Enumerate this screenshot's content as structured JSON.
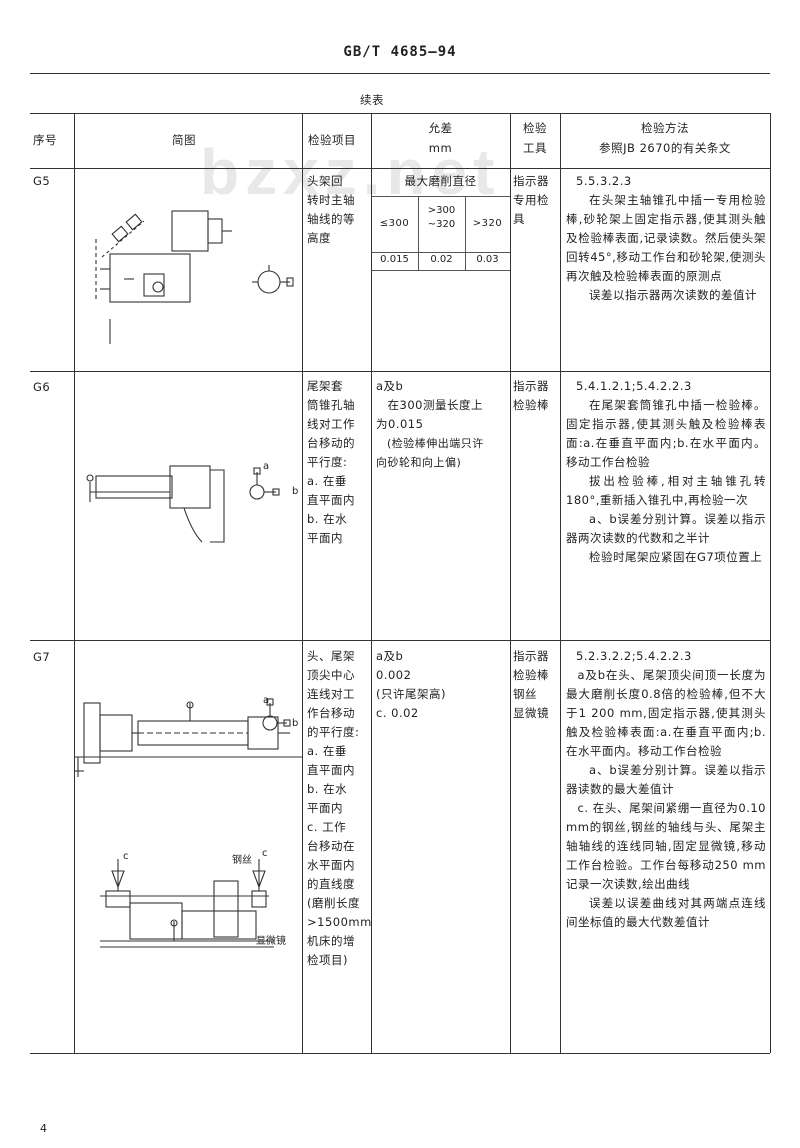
{
  "doc_header": "GB/T 4685—94",
  "watermark": "bzxz.net",
  "table_caption": "续表",
  "columns": {
    "no": "序号",
    "diagram": "简图",
    "item": "检验项目",
    "tolerance": "允差",
    "tolerance_unit": "mm",
    "tools": "检验",
    "tools2": "工具",
    "method": "检验方法",
    "method_ref": "参照JB 2670的有关条文"
  },
  "rows": [
    {
      "no": "G5",
      "item": [
        "头架回",
        "转时主轴",
        "轴线的等",
        "高度"
      ],
      "tolerance_header": "最大磨削直径",
      "tol_cols": [
        "≤300",
        ">300\n~320",
        ">320"
      ],
      "tol_vals": [
        "0.015",
        "0.02",
        "0.03"
      ],
      "tools": [
        "指示器",
        "专用检",
        "具"
      ],
      "method": [
        "5.5.3.2.3",
        "在头架主轴锥孔中插一专用检验棒,砂轮架上固定指示器,使其测头触及检验棒表面,记录读数。然后使头架回转45°,移动工作台和砂轮架,使测头再次触及检验棒表面的原测点",
        "误差以指示器两次读数的差值计"
      ]
    },
    {
      "no": "G6",
      "item": [
        "尾架套",
        "筒锥孔轴",
        "线对工作",
        "台移动的",
        "平行度:",
        "a. 在垂",
        "直平面内",
        "b. 在水",
        "平面内"
      ],
      "tolerance": [
        "a及b",
        "在300测量长度上",
        "为0.015",
        "(检验棒伸出端只许",
        "向砂轮和向上偏)"
      ],
      "tools": [
        "指示器",
        "检验棒"
      ],
      "method": [
        "5.4.1.2.1;5.4.2.2.3",
        "在尾架套筒锥孔中插一检验棒。固定指示器,使其测头触及检验棒表面:a.在垂直平面内;b.在水平面内。移动工作台检验",
        "拔出检验棒,相对主轴锥孔转180°,重新插入锥孔中,再检验一次",
        "a、b误差分别计算。误差以指示器两次读数的代数和之半计",
        "检验时尾架应紧固在G7项位置上"
      ]
    },
    {
      "no": "G7",
      "item": [
        "头、尾架",
        "顶尖中心",
        "连线对工",
        "作台移动",
        "的平行度:",
        "a. 在垂",
        "直平面内",
        "b. 在水",
        "平面内",
        "c. 工作",
        "台移动在",
        "水平面内",
        "的直线度",
        "(磨削长度",
        ">1500mm",
        "机床的增",
        "检项目)"
      ],
      "tolerance": [
        "a及b",
        "0.002",
        "(只许尾架高)",
        "c. 0.02"
      ],
      "tools": [
        "指示器",
        "检验棒",
        "钢丝",
        "显微镜"
      ],
      "method": [
        "5.2.3.2.2;5.4.2.2.3",
        "a及b在头、尾架顶尖间顶一长度为最大磨削长度0.8倍的检验棒,但不大于1 200 mm,固定指示器,使其测头触及检验棒表面:a.在垂直平面内;b.在水平面内。移动工作台检验",
        "a、b误差分别计算。误差以指示器读数的最大差值计",
        "c. 在头、尾架间紧绷一直径为0.10 mm的钢丝,钢丝的轴线与头、尾架主轴轴线的连线同轴,固定显微镜,移动工作台检验。工作台每移动250 mm记录一次读数,绘出曲线",
        "误差以误差曲线对其两端点连线间坐标值的最大代数差值计"
      ]
    }
  ],
  "diagram_labels": {
    "g6_a": "a",
    "g6_b": "b",
    "g7_a": "a",
    "g7_b": "b",
    "g7_c1": "c",
    "g7_c2": "c",
    "g7_wire": "钢丝",
    "g7_micro": "显微镜"
  },
  "page_number": "4"
}
